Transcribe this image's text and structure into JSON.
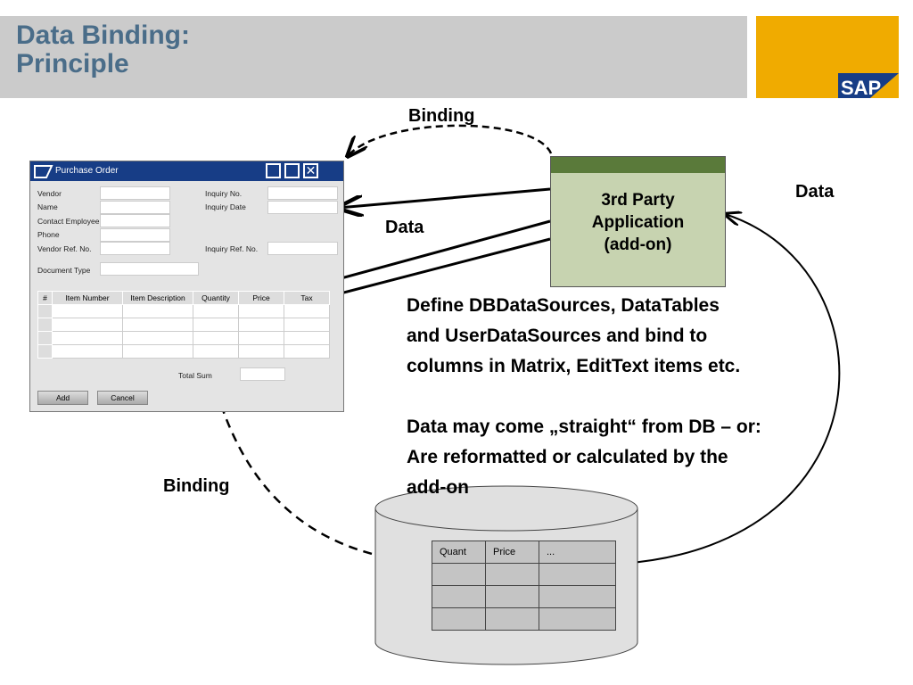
{
  "header": {
    "title_line1": "Data Binding:",
    "title_line2": "Principle"
  },
  "logo": {
    "text": "SAP",
    "colors": {
      "orange": "#f0ab00",
      "blue": "#173d86"
    }
  },
  "labels": {
    "binding_top": "Binding",
    "binding_bottom": "Binding",
    "data_right": "Data",
    "data_middle": "Data"
  },
  "app_box": {
    "line1": "3rd Party",
    "line2": "Application",
    "line3": "(add-on)"
  },
  "text": {
    "define": [
      "Define DBDataSources, DataTables",
      "and UserDataSources and bind to",
      "columns in Matrix, EditText items etc."
    ],
    "data_may": [
      "Data may come „straight“ from DB – or:",
      "Are reformatted or calculated by the",
      "add-on"
    ]
  },
  "form": {
    "title": "Purchase Order",
    "left_labels": [
      "Vendor",
      "Name",
      "Contact Employee",
      "Phone",
      "Vendor Ref. No."
    ],
    "right_labels": [
      "Inquiry No.",
      "Inquiry Date",
      "Inquiry Ref. No."
    ],
    "doc_type": "Document Type",
    "columns": [
      "#",
      "Item Number",
      "Item Description",
      "Quantity",
      "Price",
      "Tax"
    ],
    "total": "Total Sum",
    "add": "Add",
    "cancel": "Cancel"
  },
  "db_table": {
    "headers": [
      "Quant",
      "Price",
      "..."
    ]
  }
}
